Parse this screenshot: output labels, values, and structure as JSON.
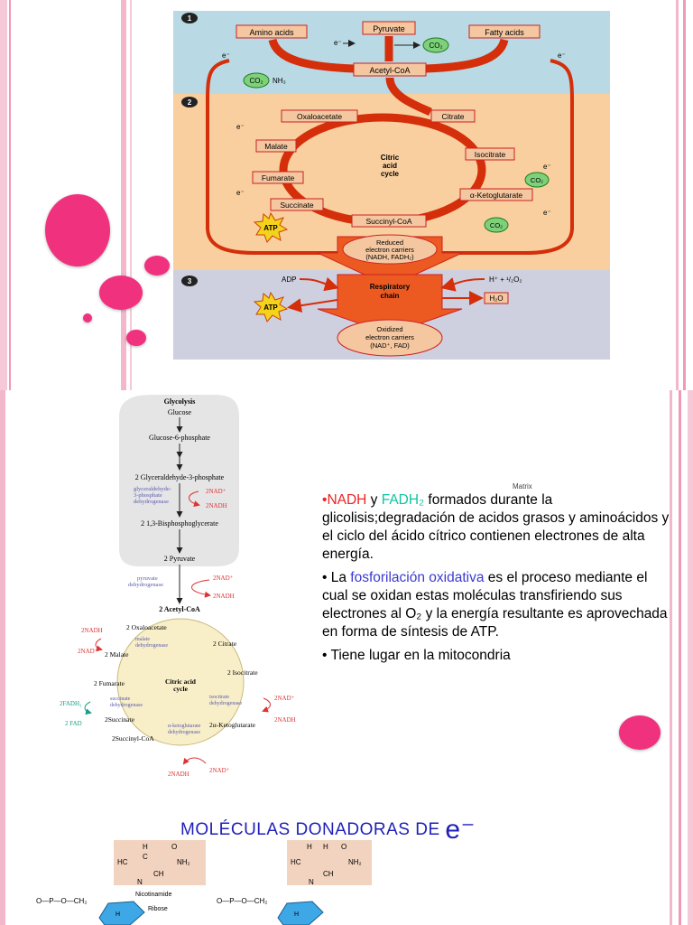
{
  "slide1": {
    "step_numbers": [
      "1",
      "2",
      "3"
    ],
    "nodes": {
      "amino_acids": "Amino acids",
      "pyruvate": "Pyruvate",
      "fatty_acids": "Fatty acids",
      "acetyl_coa": "Acetyl-CoA",
      "oxaloacetate": "Oxaloacetate",
      "citrate": "Citrate",
      "malate": "Malate",
      "isocitrate": "Isocitrate",
      "fumarate": "Fumarate",
      "ketoglutarate": "α-Ketoglutarate",
      "succinate": "Succinate",
      "succinyl_coa": "Succinyl-CoA",
      "cycle_label": [
        "Citric",
        "acid",
        "cycle"
      ],
      "reduced_carriers": [
        "Reduced",
        "electron carriers",
        "(NADH, FADH₂)"
      ],
      "respiratory_chain": [
        "Respiratory",
        "chain"
      ],
      "oxidized_carriers": [
        "Oxidized",
        "electron carriers",
        "(NAD⁺, FAD)"
      ],
      "adp": "ADP",
      "h_o2": "H⁺ + ¹/₂O₂",
      "h2o": "H₂O",
      "atp": "ATP",
      "co2": "CO₂",
      "nh3": "NH₃",
      "electron": "e⁻"
    }
  },
  "slide2": {
    "glycolysis": {
      "title": "Glycolysis",
      "steps": [
        "Glucose",
        "Glucose-6-phosphate",
        "2 Glyceraldehyde-3-phosphate",
        "2  1,3-Bisphosphoglycerate",
        "2 Pyruvate"
      ],
      "enzyme_gapdh": [
        "glyceraldehyde-",
        "3-phosphate",
        "dehydrogenase"
      ],
      "nad_in": "2NAD⁺",
      "nadh_out": "2NADH"
    },
    "pdh": {
      "enzyme": [
        "pyruvate",
        "dehydrogenase"
      ],
      "nad_in": "2NAD⁺",
      "nadh_out": "2NADH",
      "product": "2 Acetyl-CoA"
    },
    "cycle": {
      "title": [
        "Citric acid",
        "cycle"
      ],
      "metabolites": [
        "2 Oxaloacetate",
        "2 Citrate",
        "2 Isocitrate",
        "2α-Ketoglutarate",
        "2Succinyl-CoA",
        "2Succinate",
        "2 Fumarate",
        "2 Malate"
      ],
      "enzymes": {
        "malate": [
          "malate",
          "dehydrogenase"
        ],
        "isocitrate": [
          "isocitrate",
          "dehydrogenase"
        ],
        "succinate": [
          "succinate",
          "dehydrogenase"
        ],
        "ketoglutarate": [
          "α-ketoglutarate",
          "dehydrogenase"
        ]
      },
      "cofactors": {
        "left_nadh": "2NADH",
        "left_nad": "2NAD⁺",
        "fadh2": "2FADH₂",
        "fad": "2 FAD",
        "right_nad": "2NAD⁺",
        "right_nadh": "2NADH",
        "bottom_nadh": "2NADH",
        "bottom_nad": "2NAD⁺"
      }
    },
    "matrix_label": "Matrix",
    "bullets": {
      "b1_prefix": "•",
      "b1_nadh": "NADH",
      "b1_y": " y ",
      "b1_fadh": "FADH₂",
      "b1_rest": " formados durante la glicolisis;degradación de acidos grasos y aminoácidos y el ciclo del ácido cítrico contienen electrones de alta energía.",
      "b2_prefix": "• La ",
      "b2_fosf": "fosforilación oxidativa",
      "b2_rest": " es el proceso mediante el cual se oxidan estas moléculas transfiriendo sus electrones al O₂ y la energía resultante es aprovechada en forma de síntesis de ATP.",
      "b3": "• Tiene lugar en la mitocondria"
    },
    "molecules_title": "MOLÉCULAS DONADORAS DE",
    "molecules_e": "e⁻",
    "structure_labels": {
      "nicotinamide": "Nicotinamide",
      "ribose": "Ribose",
      "atoms": [
        "H",
        "C",
        "O",
        "NH₂",
        "HC",
        "CH",
        "N",
        "O—P—O—CH₂",
        "H"
      ]
    }
  },
  "colors": {
    "accent_pink": "#f0317e",
    "stripe_pink": "#f3b7cc",
    "diagram_red": "#e8380d",
    "node_fill": "#f4c7a0"
  }
}
